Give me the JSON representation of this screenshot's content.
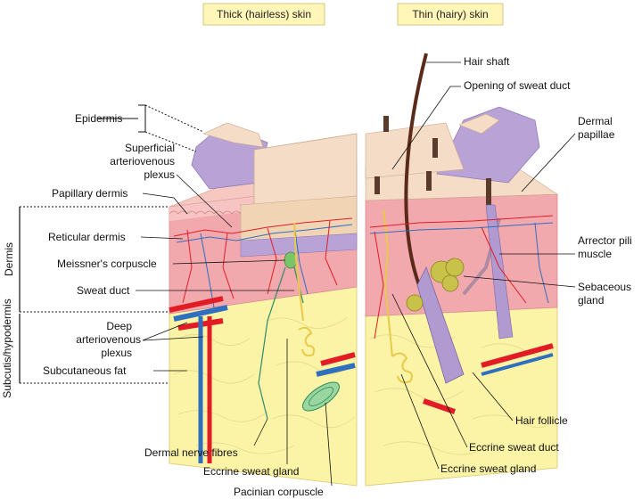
{
  "headers": {
    "thick": "Thick (hairless) skin",
    "thin": "Thin (hairy) skin"
  },
  "side_labels": {
    "dermis": "Dermis",
    "subcutis": "Subcutis/hypodermis"
  },
  "left_labels": {
    "epidermis": "Epidermis",
    "superficial_1": "Superficial",
    "superficial_2": "arteriovenous",
    "superficial_3": "plexus",
    "papillary_dermis": "Papillary dermis",
    "reticular_dermis": "Reticular dermis",
    "meissner": "Meissner's corpuscle",
    "sweat_duct": "Sweat duct",
    "deep_1": "Deep",
    "deep_2": "arteriovenous",
    "deep_3": "plexus",
    "subcutaneous_fat": "Subcutaneous fat"
  },
  "right_labels": {
    "hair_shaft": "Hair shaft",
    "opening_sweat_duct": "Opening of sweat duct",
    "dermal_papillae_1": "Dermal",
    "dermal_papillae_2": "papillae",
    "arrector_1": "Arrector pili",
    "arrector_2": "muscle",
    "sebaceous_1": "Sebaceous",
    "sebaceous_2": "gland",
    "hair_follicle": "Hair follicle",
    "eccrine_duct": "Eccrine sweat duct",
    "eccrine_gland_right": "Eccrine sweat gland"
  },
  "bottom_labels": {
    "dermal_nerve": "Dermal nerve fibres",
    "eccrine_gland": "Eccrine sweat gland",
    "pacinian": "Pacinian corpuscle"
  },
  "colors": {
    "epidermis": "#b9a3d6",
    "epidermis_top": "#f4dcc6",
    "dermis": "#f2a9ae",
    "dermis_light": "#f7c3c3",
    "fat": "#fbf3a6",
    "artery": "#e21c24",
    "vein": "#2f6fc0",
    "header_box": "#fff6b8"
  }
}
